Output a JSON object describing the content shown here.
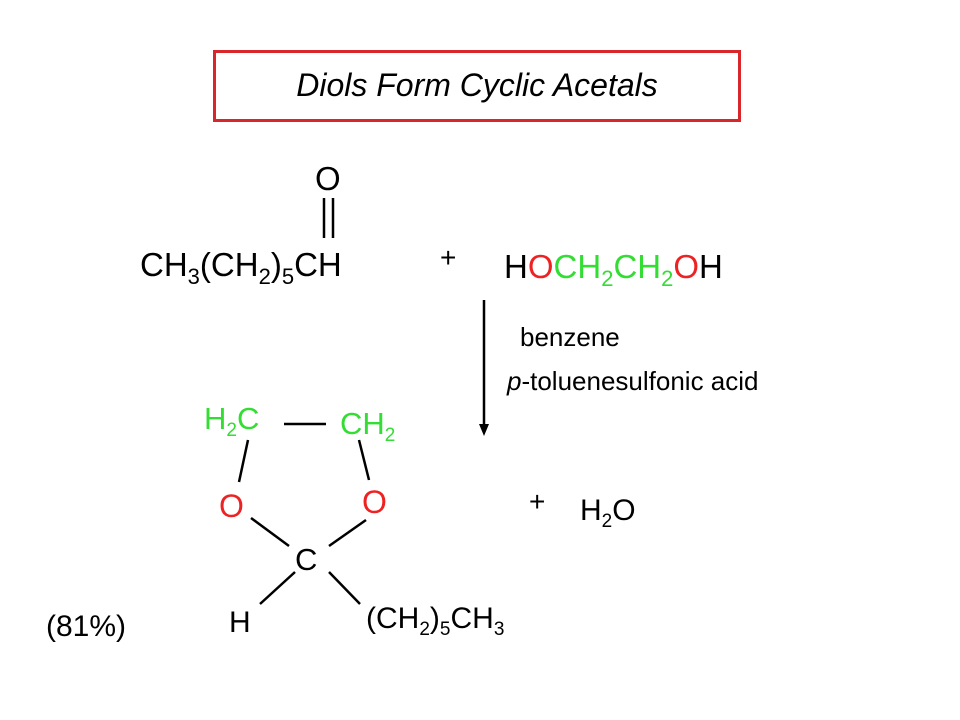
{
  "title": "Diols Form Cyclic Acetals",
  "colors": {
    "border": "#d9262b",
    "carbon_chain": "#33dd33",
    "oxygen": "#ee2222",
    "text": "#000000"
  },
  "reaction": {
    "aldehyde": {
      "carbonyl_o": "O",
      "parts": [
        "CH",
        "3",
        "(CH",
        "2",
        ")",
        "5",
        "CH"
      ]
    },
    "plus_1": "+",
    "diol": {
      "parts": [
        "H",
        "O",
        "CH",
        "2",
        "CH",
        "2",
        "O",
        "H"
      ]
    },
    "conditions": {
      "solvent": "benzene",
      "catalyst_italic": "p",
      "catalyst_rest": "-toluenesulfonic acid"
    },
    "product": {
      "h2c": [
        "H",
        "2",
        "C"
      ],
      "ch2": [
        "CH",
        "2"
      ],
      "o_left": "O",
      "o_right": "O",
      "c": "C",
      "h": "H",
      "chain": [
        "(CH",
        "2",
        ")",
        "5",
        "CH",
        "3"
      ]
    },
    "plus_2": "+",
    "water": [
      "H",
      "2",
      "O"
    ],
    "yield": "(81%)"
  }
}
